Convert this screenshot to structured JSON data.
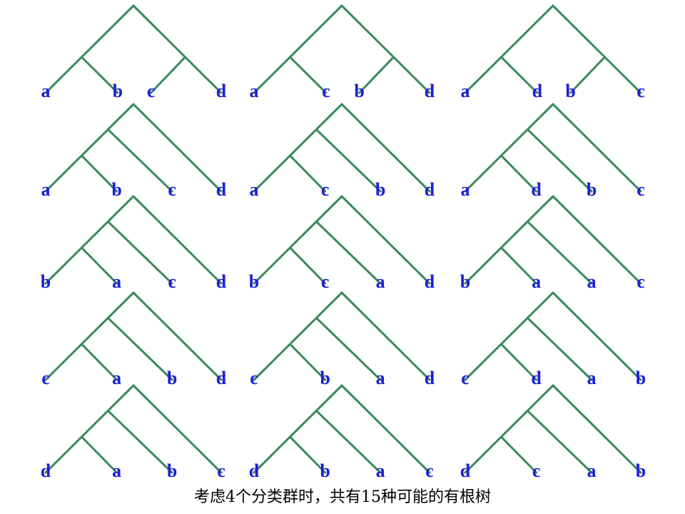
{
  "colors": {
    "branch": "#3a8a5c",
    "label": "#1f1fd6",
    "caption": "#000000"
  },
  "caption": "考虑4个分类群时，共有15种可能的有根树",
  "trees": [
    {
      "shape": "balanced",
      "leaves": [
        "a",
        "b",
        "c",
        "d"
      ]
    },
    {
      "shape": "balanced",
      "leaves": [
        "a",
        "c",
        "b",
        "d"
      ]
    },
    {
      "shape": "balanced",
      "leaves": [
        "a",
        "d",
        "b",
        "c"
      ]
    },
    {
      "shape": "caterpillar",
      "leaves": [
        "a",
        "b",
        "c",
        "d"
      ]
    },
    {
      "shape": "caterpillar",
      "leaves": [
        "a",
        "c",
        "b",
        "d"
      ]
    },
    {
      "shape": "caterpillar",
      "leaves": [
        "a",
        "d",
        "b",
        "c"
      ]
    },
    {
      "shape": "caterpillar",
      "leaves": [
        "b",
        "a",
        "c",
        "d"
      ]
    },
    {
      "shape": "caterpillar",
      "leaves": [
        "b",
        "c",
        "a",
        "d"
      ]
    },
    {
      "shape": "caterpillar",
      "leaves": [
        "b",
        "a",
        "a",
        "c"
      ]
    },
    {
      "shape": "caterpillar",
      "leaves": [
        "c",
        "a",
        "b",
        "d"
      ]
    },
    {
      "shape": "caterpillar",
      "leaves": [
        "c",
        "b",
        "a",
        "d"
      ]
    },
    {
      "shape": "caterpillar",
      "leaves": [
        "c",
        "d",
        "a",
        "b"
      ]
    },
    {
      "shape": "caterpillar",
      "leaves": [
        "d",
        "a",
        "b",
        "c"
      ]
    },
    {
      "shape": "caterpillar",
      "leaves": [
        "d",
        "b",
        "a",
        "c"
      ]
    },
    {
      "shape": "caterpillar",
      "leaves": [
        "d",
        "c",
        "a",
        "b"
      ]
    }
  ]
}
